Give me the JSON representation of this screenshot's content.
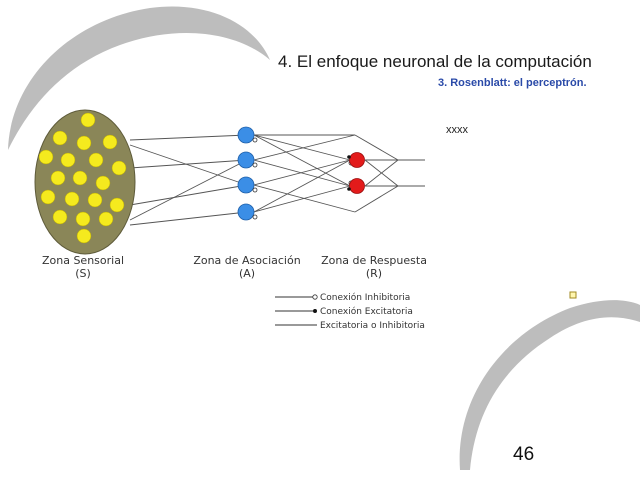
{
  "slide": {
    "title": "4. El enfoque neuronal de la computación",
    "subtitle": "3. Rosenblatt: el perceptrón.",
    "note": "xxxx",
    "page_number": "46"
  },
  "zones": [
    {
      "name": "Zona Sensorial",
      "code": "(S)"
    },
    {
      "name": "Zona de Asociación",
      "code": "(A)"
    },
    {
      "name": "Zona de Respuesta",
      "code": "(R)"
    }
  ],
  "legend": [
    {
      "label": "Conexión Inhibitoria",
      "marker": "open-circle"
    },
    {
      "label": "Conexión Excitatoria",
      "marker": "filled-dot"
    },
    {
      "label": "Excitatoria o Inhibitoria",
      "marker": "none"
    }
  ],
  "colors": {
    "sensor_area": "#8a8658",
    "sensor_cell": "#f5ea1e",
    "association_node": "#3b8ee6",
    "response_node": "#e31b1b",
    "decor_arc": "#bdbdbd",
    "subtitle": "#2a4aa8"
  }
}
